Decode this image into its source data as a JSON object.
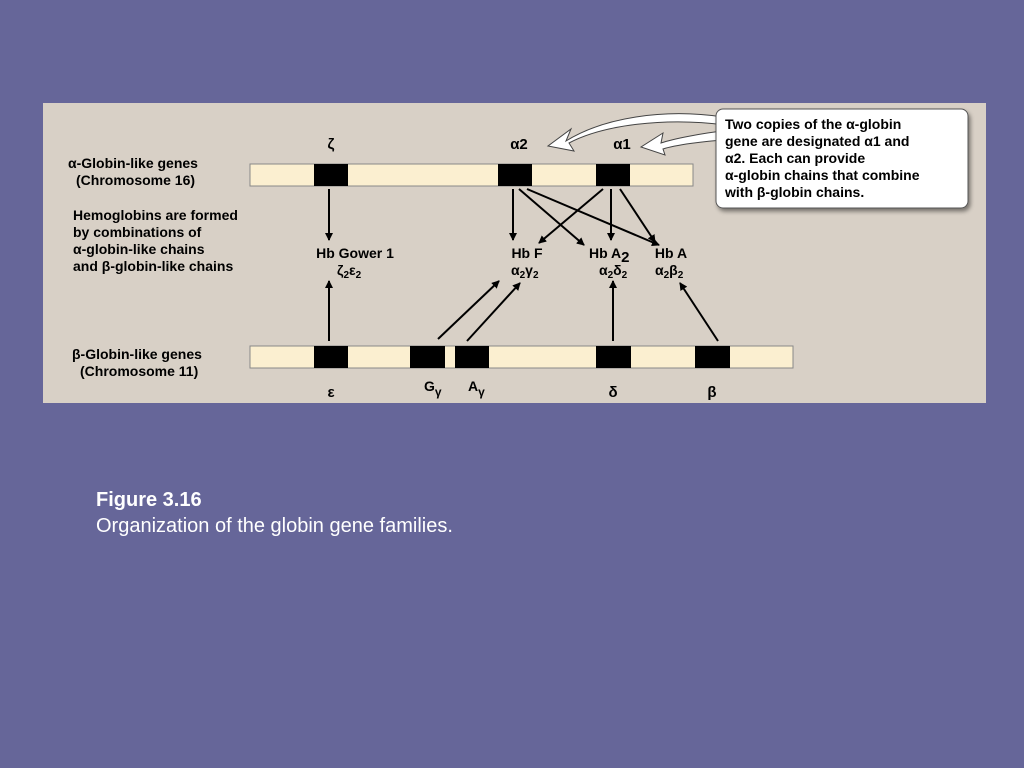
{
  "colors": {
    "background": "#666699",
    "panel": "#d8d0c6",
    "chromosome_bar": "#fbefd0",
    "gene": "#000000",
    "callout_fill": "#ffffff"
  },
  "alpha_cluster": {
    "label_line1": "α-Globin-like genes",
    "label_line2": "(Chromosome 16)",
    "genes": [
      {
        "name": "ζ"
      },
      {
        "name": "α2"
      },
      {
        "name": "α1"
      }
    ]
  },
  "beta_cluster": {
    "label_line1": "β-Globin-like genes",
    "label_line2": "(Chromosome 11)",
    "genes": [
      {
        "name": "ε",
        "sub": ""
      },
      {
        "name": "G",
        "sub": "γ"
      },
      {
        "name": "A",
        "sub": "γ"
      },
      {
        "name": "δ",
        "sub": ""
      },
      {
        "name": "β",
        "sub": ""
      }
    ]
  },
  "hemoglobins_note": {
    "lines": [
      "Hemoglobins are formed",
      "by combinations of",
      "α-globin-like chains",
      "and β-globin-like chains"
    ]
  },
  "hemoglobins": [
    {
      "name": "Hb Gower 1",
      "chain1": "ζ",
      "chain2": "ε"
    },
    {
      "name": "Hb F",
      "chain1": "α",
      "chain2": "γ"
    },
    {
      "name_main": "Hb A",
      "name_sub": "2",
      "chain1": "α",
      "chain2": "δ"
    },
    {
      "name": "Hb A",
      "chain1": "α",
      "chain2": "β"
    }
  ],
  "callout": {
    "lines": [
      "Two  copies of the α-globin",
      "gene are designated α1 and",
      "α2.  Each can provide",
      "α-globin chains that combine",
      "with β-globin chains."
    ]
  },
  "caption": {
    "title": "Figure 3.16",
    "text": "Organization of the globin gene families."
  }
}
